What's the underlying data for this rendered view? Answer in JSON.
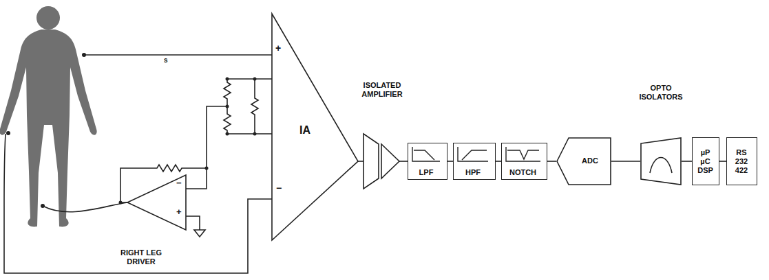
{
  "diagram": {
    "nodes": [
      {
        "text": [
          "IA"
        ]
      },
      {
        "text": [
          "RIGHT LEG DRIVER"
        ]
      },
      {
        "text": [
          "ISOLATED AMPLIFIER"
        ]
      },
      {
        "text": [
          "LPF"
        ]
      },
      {
        "text": [
          "HPF"
        ]
      },
      {
        "text": [
          "NOTCH"
        ]
      },
      {
        "text": [
          "ADC"
        ]
      },
      {
        "text": [
          "OPTO ISOLATORS"
        ]
      },
      {
        "text": [
          "µP µC DSP"
        ]
      },
      {
        "text": [
          "RS 232 422"
        ]
      }
    ],
    "edges": [
      {
        "from": 0,
        "to": 2,
        "arrow": "none"
      },
      {
        "from": 2,
        "to": 3,
        "arrow": "none"
      },
      {
        "from": 3,
        "to": 4,
        "arrow": "none"
      },
      {
        "from": 4,
        "to": 5,
        "arrow": "none"
      },
      {
        "from": 5,
        "to": 6,
        "arrow": "none"
      },
      {
        "from": 6,
        "to": 7,
        "arrow": "none"
      },
      {
        "from": 7,
        "to": 8,
        "arrow": "none"
      },
      {
        "from": 8,
        "to": 9,
        "arrow": "none"
      }
    ],
    "labels": [
      "+",
      "−",
      "−",
      "+",
      "s"
    ]
  }
}
